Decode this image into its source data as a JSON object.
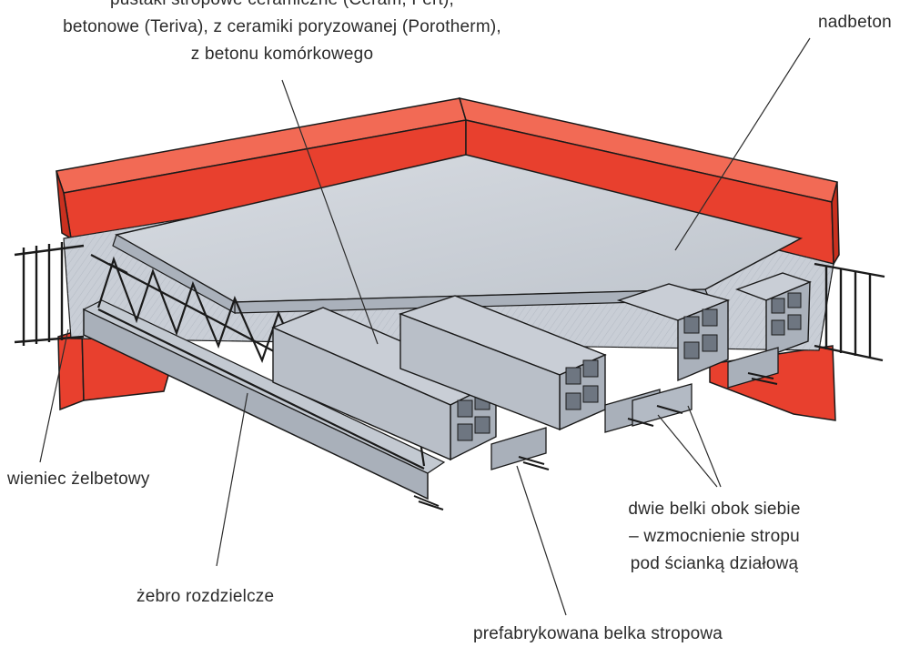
{
  "labels": {
    "blocks": {
      "line1": "pustaki stropowe ceramiczne (Ceram, Fert),",
      "line2": "betonowe (Teriva), z ceramiki poryzowanej (Porotherm),",
      "line3": "z betonu komórkowego"
    },
    "topping": "nadbeton",
    "ring_beam": "wieniec żelbetowy",
    "rib": "żebro rozdzielcze",
    "double_beams": {
      "line1": "dwie belki obok siebie",
      "line2": "– wzmocnienie stropu",
      "line3": "pod ścianką działową"
    },
    "beam": "prefabrykowana belka stropowa"
  },
  "colors": {
    "wall": "#e8402e",
    "concrete": "#c9ced6",
    "block": "#b3bac4",
    "ink": "#1a1a1a"
  }
}
